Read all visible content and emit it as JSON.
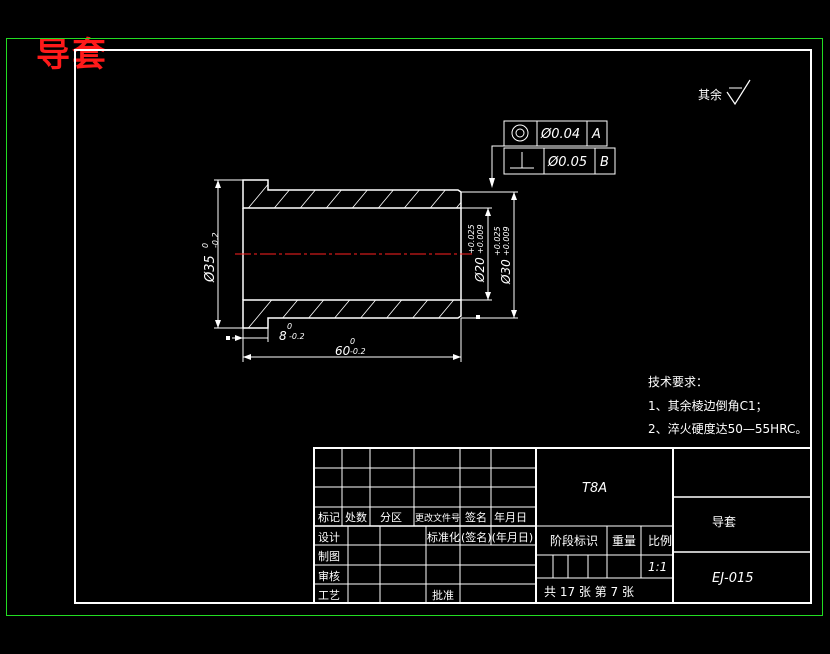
{
  "drawing_title": "导套",
  "surface_note": "其余",
  "tolerance_frames": [
    {
      "symbol": "concentricity-icon",
      "value": "Ø0.04",
      "datum": "A"
    },
    {
      "symbol": "perpendicularity-icon",
      "value": "Ø0.05",
      "datum": "B"
    }
  ],
  "dimensions": {
    "outer_dia": {
      "prefix": "Ø35",
      "upper": "0",
      "lower": "-0.2"
    },
    "bore_dia": {
      "prefix": "Ø20",
      "upper": "+0.025",
      "lower": "+0.009"
    },
    "body_dia": {
      "prefix": "Ø30",
      "upper": "+0.025",
      "lower": "+0.009"
    },
    "flange_len": {
      "prefix": "8",
      "upper": "0",
      "lower": "-0.2"
    },
    "total_len": {
      "prefix": "60",
      "upper": "0",
      "lower": "-0.2"
    }
  },
  "tech_notes": {
    "heading": "技术要求：",
    "items": [
      "1、其余棱边倒角C1；",
      "2、淬火硬度达50—55HRC。"
    ]
  },
  "title_block": {
    "material": "T8A",
    "part_name": "导套",
    "drawing_no": "EJ-015",
    "row_labels": [
      "标记",
      "处数",
      "分区",
      "更改文件号",
      "签名",
      "年月日"
    ],
    "design": "设计",
    "standardize": "标准化",
    "sign_date": "(签名)(年月日)",
    "draw": "制图",
    "check": "审核",
    "process": "工艺",
    "approve": "批准",
    "stage_mark": "阶段标识",
    "weight": "重量",
    "scale_label": "比例",
    "scale": "1:1",
    "sheets": "共 17 张    第  7  张"
  }
}
